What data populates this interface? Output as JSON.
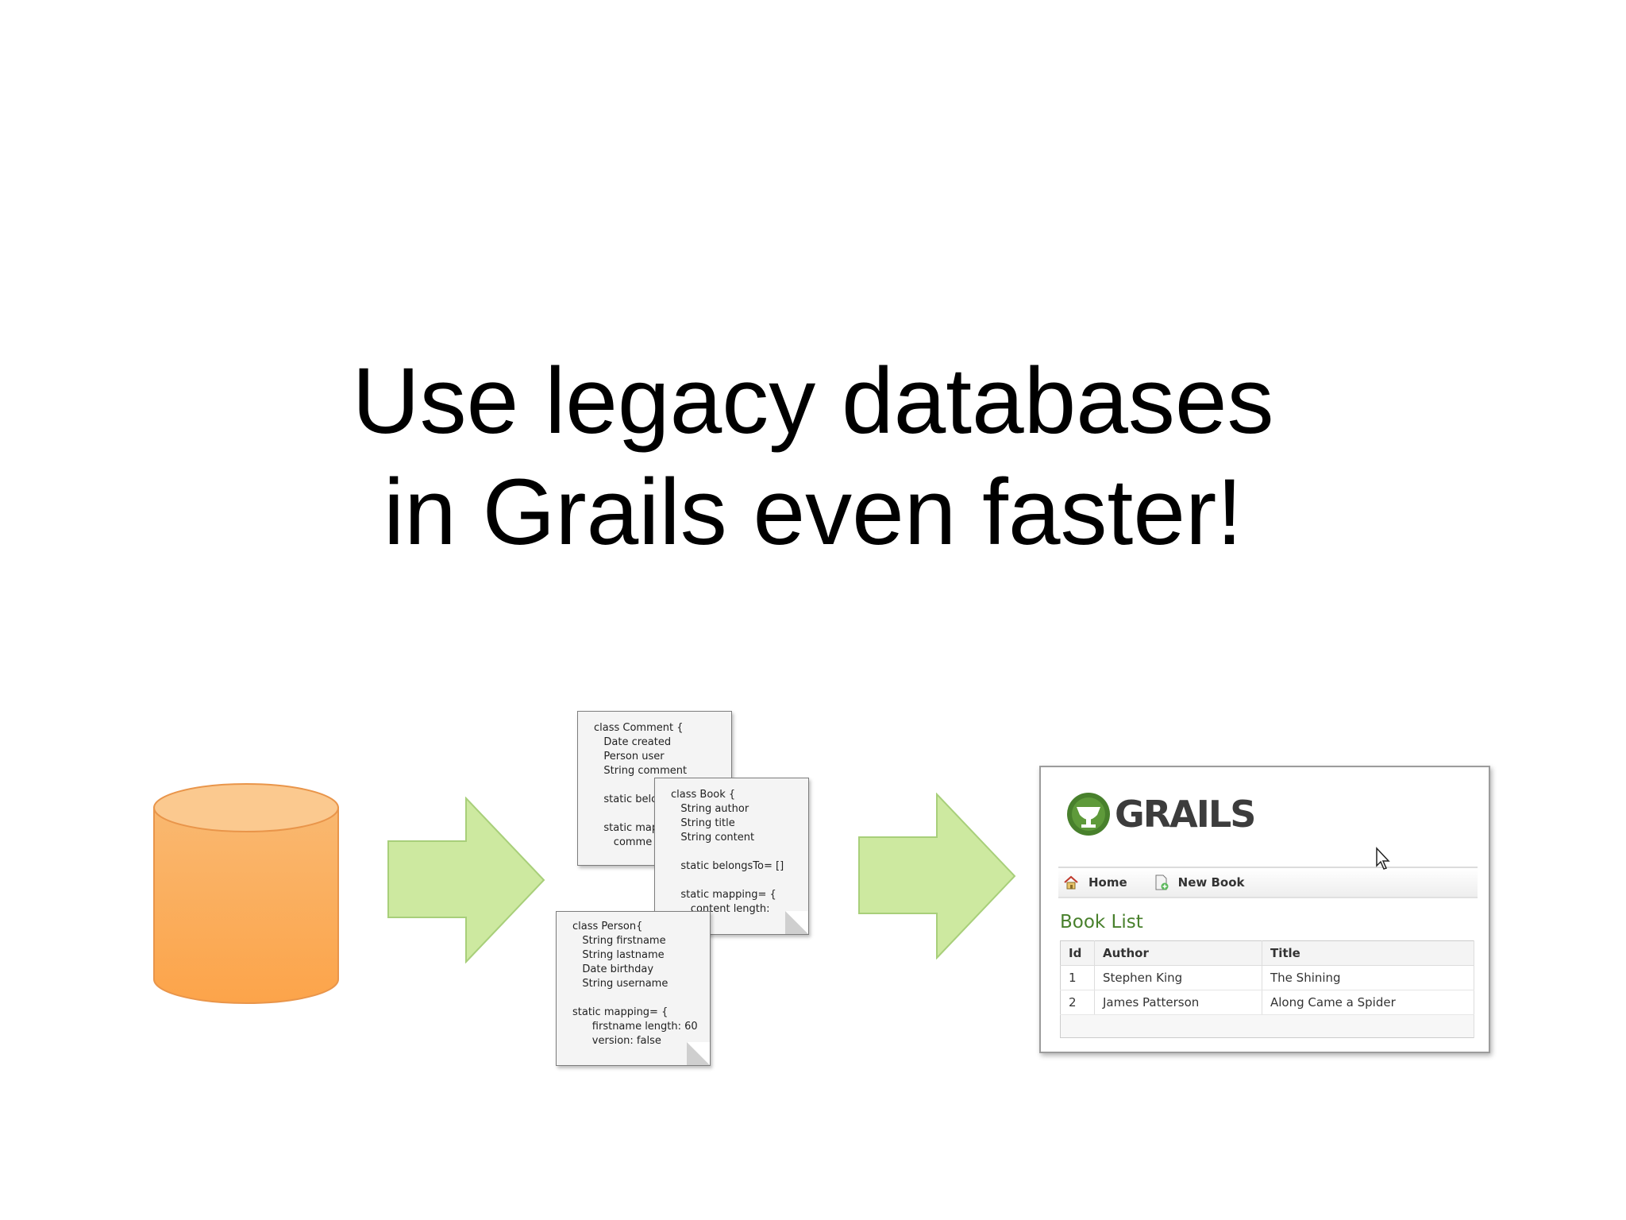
{
  "title": {
    "line1": "Use legacy databases",
    "line2": "in Grails even faster!"
  },
  "colors": {
    "database_fill": "#fbab56",
    "arrow_fill": "#cde9a0",
    "grails_green": "#48802c"
  },
  "code_files": [
    {
      "name": "comment",
      "text": "class Comment {\n   Date created\n   Person user\n   String comment\n\n   static belo\n\n   static map\n      comme"
    },
    {
      "name": "book",
      "text": "class Book {\n   String author\n   String title\n   String content\n\n   static belongsTo= []\n\n   static mapping= {\n      content length:"
    },
    {
      "name": "person",
      "text": "class Person{\n   String firstname\n   String lastname\n   Date birthday\n   String username\n\nstatic mapping= {\n      firstname length: 60\n      version: false"
    }
  ],
  "grails_app": {
    "logo_text": "GRAILS",
    "nav": {
      "home_label": "Home",
      "new_book_label": "New Book"
    },
    "heading": "Book List",
    "table": {
      "headers": [
        "Id",
        "Author",
        "Title"
      ],
      "rows": [
        [
          "1",
          "Stephen King",
          "The Shining"
        ],
        [
          "2",
          "James Patterson",
          "Along Came a Spider"
        ]
      ]
    }
  }
}
